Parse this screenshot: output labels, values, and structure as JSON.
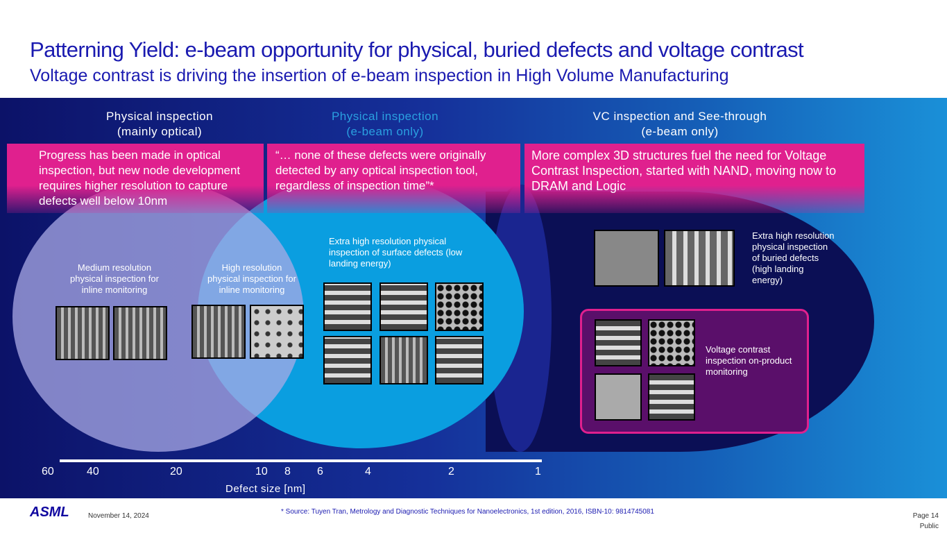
{
  "header": {
    "title": "Patterning Yield: e-beam opportunity for physical, buried defects and voltage contrast",
    "subtitle": "Voltage contrast is driving the insertion of e-beam inspection in High Volume Manufacturing"
  },
  "columns": [
    {
      "title": "Physical inspection",
      "sub": "(mainly optical)",
      "text": "Progress has been made in optical inspection, but new node development requires higher resolution to capture defects well below 10nm"
    },
    {
      "title": "Physical inspection",
      "sub": "(e-beam only)",
      "text": "“… none of these defects were originally detected by any optical inspection tool, regardless of inspection time”*"
    },
    {
      "title": "VC inspection and See-through",
      "sub": "(e-beam only)",
      "text": "More complex 3D structures fuel the need for Voltage Contrast Inspection, started with NAND, moving now to DRAM and Logic"
    }
  ],
  "labels": {
    "medium": "Medium resolution physical inspection for inline monitoring",
    "high": "High resolution physical inspection for inline monitoring",
    "extra_surface": "Extra high resolution physical inspection of surface defects (low landing energy)",
    "extra_buried": "Extra high resolution physical inspection of buried defects (high landing energy)",
    "vc": "Voltage contrast inspection on-product monitoring"
  },
  "axis": {
    "ticks": [
      "60",
      "40",
      "20",
      "10",
      "8",
      "6",
      "4",
      "2",
      "1"
    ],
    "label": "Defect size [nm]"
  },
  "footer": {
    "logo": "ASML",
    "date": "November 14, 2024",
    "source": "* Source: Tuyen Tran, Metrology and Diagnostic Techniques for Nanoelectronics, 1st edition, 2016, ISBN-10: 9814745081",
    "page": "Page 14",
    "classification": "Public"
  }
}
